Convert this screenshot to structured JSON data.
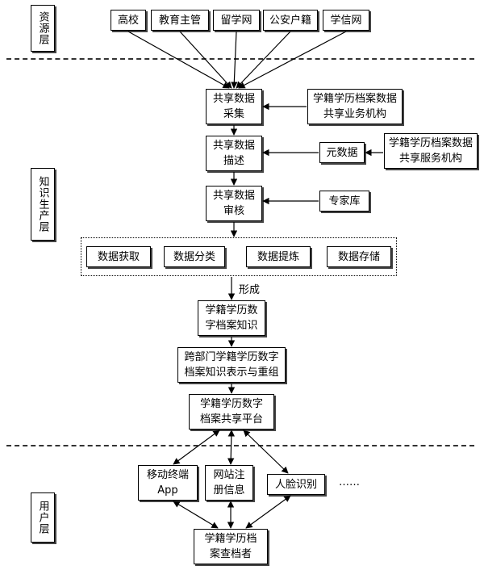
{
  "layers": {
    "resource": "资源层",
    "knowledge": "知识生产层",
    "user": "用户层"
  },
  "sources": [
    "高校",
    "教育主管",
    "留学网",
    "公安户籍",
    "学信网"
  ],
  "steps": {
    "collect": "共享数据\n采集",
    "describe": "共享数据\n描述",
    "review": "共享数据\n审核"
  },
  "side": {
    "business_org": "学籍学历档案数据\n共享业务机构",
    "metadata": "元数据",
    "service_org": "学籍学历档案数据\n共享服务机构",
    "expert_db": "专家库"
  },
  "processes": [
    "数据获取",
    "数据分类",
    "数据提炼",
    "数据存储"
  ],
  "form_label": "形成",
  "knowledge_box": "学籍学历数\n字档案知识",
  "recombine": "跨部门学籍学历数字\n档案知识表示与重组",
  "platform": "学籍学历数字\n档案共享平台",
  "user_terminals": {
    "mobile": "移动终端\nApp",
    "web": "网站注\n册信息",
    "face": "人脸识别",
    "more": "……"
  },
  "querier": "学籍学历档\n案查档者"
}
